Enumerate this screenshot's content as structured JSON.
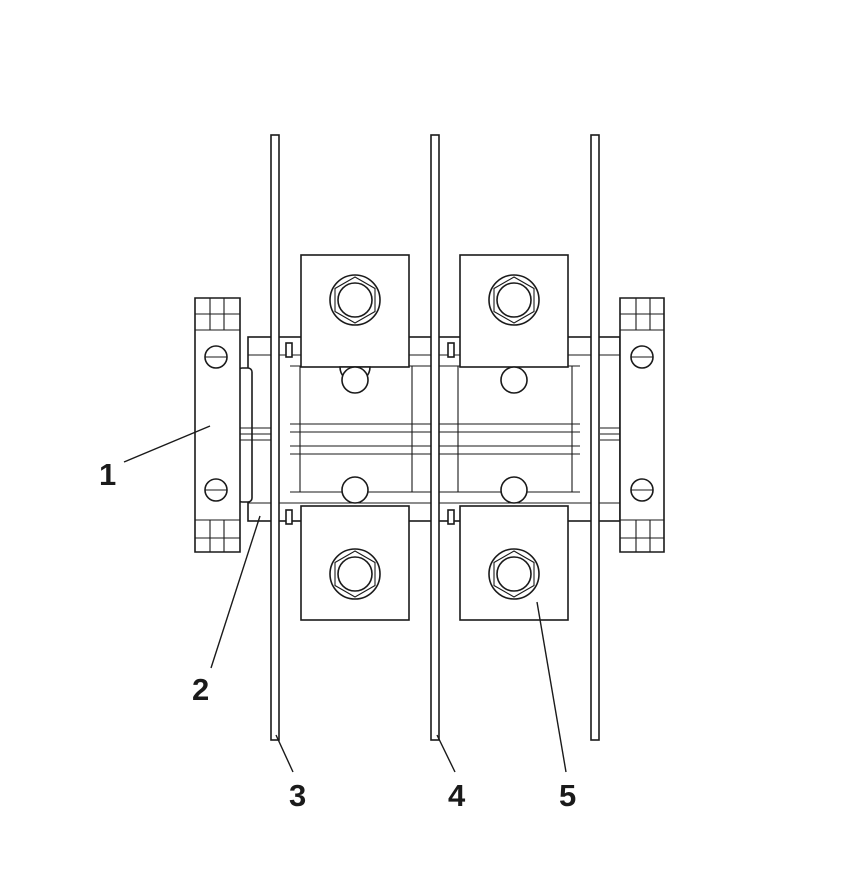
{
  "diagram": {
    "callouts": [
      {
        "id": "c1",
        "label": "1"
      },
      {
        "id": "c2",
        "label": "2"
      },
      {
        "id": "c3",
        "label": "3"
      },
      {
        "id": "c4",
        "label": "4"
      },
      {
        "id": "c5",
        "label": "5"
      }
    ],
    "line_color": "#1a1a1a",
    "background": "#ffffff"
  }
}
